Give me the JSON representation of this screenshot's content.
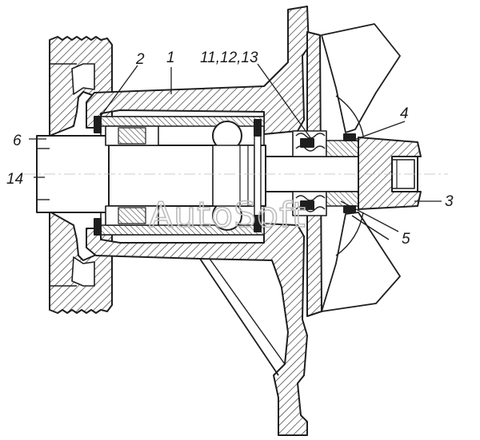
{
  "callouts": {
    "c1": "1",
    "c2": "2",
    "c3": "3",
    "c4": "4",
    "c5": "5",
    "c6": "6",
    "c14": "14",
    "c111213": "11,12,13"
  },
  "watermark": "AutoSoft"
}
